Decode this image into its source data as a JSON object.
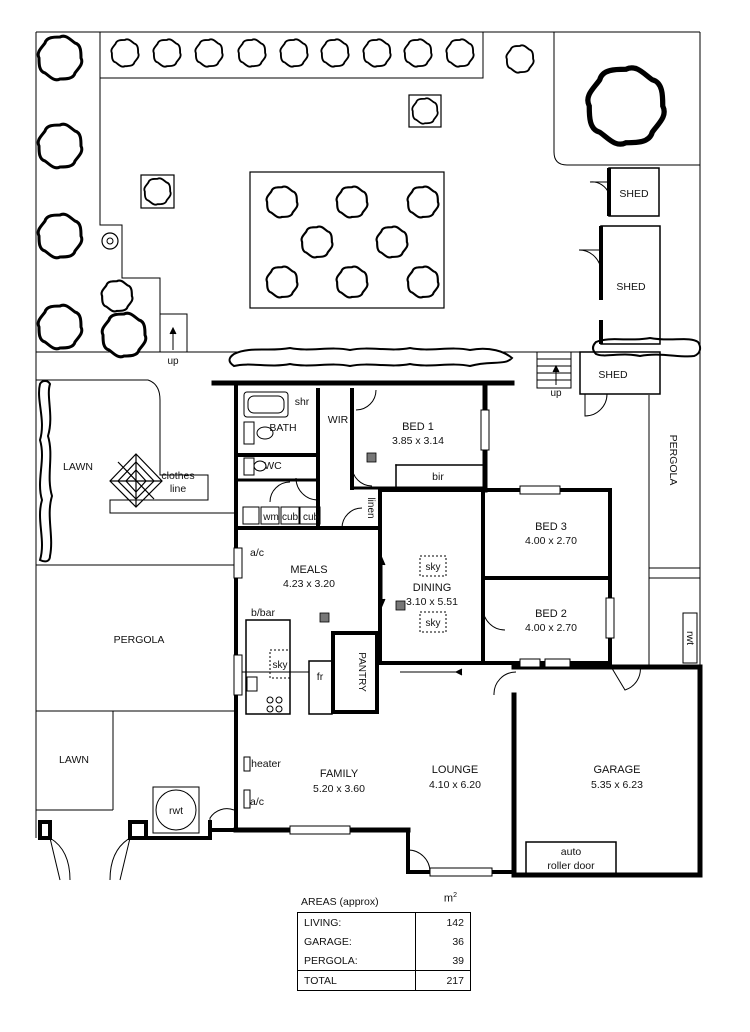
{
  "rooms": {
    "bed1": {
      "name": "BED 1",
      "size": "3.85 x 3.14"
    },
    "bed3": {
      "name": "BED 3",
      "size": "4.00 x 2.70"
    },
    "bed2": {
      "name": "BED 2",
      "size": "4.00 x 2.70"
    },
    "meals": {
      "name": "MEALS",
      "size": "4.23 x 3.20"
    },
    "dining": {
      "name": "DINING",
      "size": "3.10 x 5.51"
    },
    "family": {
      "name": "FAMILY",
      "size": "5.20 x 3.60"
    },
    "lounge": {
      "name": "LOUNGE",
      "size": "4.10 x 6.20"
    },
    "garage": {
      "name": "GARAGE",
      "size": "5.35 x 6.23"
    }
  },
  "labels": {
    "shed_top": "SHED",
    "shed_mid": "SHED",
    "shed_low": "SHED",
    "pergola_right": "PERGOLA",
    "pergola_left": "PERGOLA",
    "lawn_top": "LAWN",
    "lawn_bottom": "LAWN",
    "clothes": "clothes",
    "line": "line",
    "shr": "shr",
    "bath": "BATH",
    "wir": "WIR",
    "wc": "WC",
    "bir": "bir",
    "linen": "linen",
    "wm": "wm",
    "cub1": "cub",
    "cub2": "cub",
    "ac1": "a/c",
    "ac2": "a/c",
    "sky1": "sky",
    "sky2": "sky",
    "sky3": "sky",
    "bbar": "b/bar",
    "pantry": "PANTRY",
    "fr": "fr",
    "heater": "heater",
    "rwt_right": "rwt",
    "rwt_bottom": "rwt",
    "auto": "auto",
    "roller": "roller door",
    "up1": "up",
    "up2": "up"
  },
  "areas": {
    "title": "AREAS (approx)",
    "unit": "m",
    "unit_sup": "2",
    "rows": [
      {
        "label": "LIVING:",
        "value": "142"
      },
      {
        "label": "GARAGE:",
        "value": "36"
      },
      {
        "label": "PERGOLA:",
        "value": "39"
      }
    ],
    "total": {
      "label": "TOTAL",
      "value": "217"
    }
  }
}
